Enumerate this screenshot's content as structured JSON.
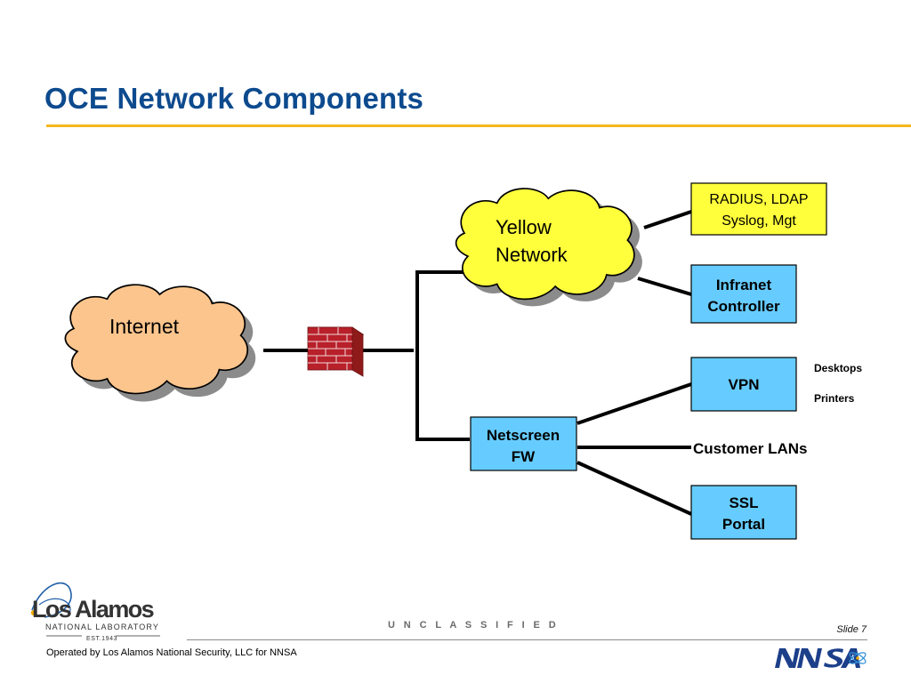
{
  "slide": {
    "title": "OCE Network Components",
    "classification": "U N C L A S S I F I E D",
    "slide_number": "Slide 7",
    "operator": "Operated by Los Alamos National Security, LLC for NNSA"
  },
  "diagram": {
    "internet": "Internet",
    "yellow_network_line1": "Yellow",
    "yellow_network_line2": "Network",
    "radius_line1": "RADIUS, LDAP",
    "radius_line2": "Syslog, Mgt",
    "infranet_line1": "Infranet",
    "infranet_line2": "Controller",
    "vpn": "VPN",
    "desktops": "Desktops",
    "printers": "Printers",
    "netscreen_line1": "Netscreen",
    "netscreen_line2": "FW",
    "customer_lans": "Customer LANs",
    "ssl_line1": "SSL",
    "ssl_line2": "Portal"
  },
  "logos": {
    "lanl_name": "Los Alamos",
    "lanl_sub": "NATIONAL LABORATORY",
    "lanl_est": "EST.1943",
    "nnsa": "NNSA"
  },
  "colors": {
    "title": "#0d4a8e",
    "rule": "#f5b71d",
    "internet_cloud": "#fbc58d",
    "yellow_cloud": "#ffff3c",
    "radius_box": "#ffff3c",
    "blue_box": "#66ccff",
    "firewall": "#b8202a"
  }
}
